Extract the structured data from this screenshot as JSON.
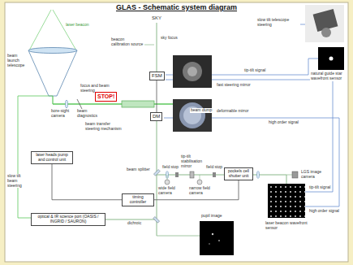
{
  "diagram": {
    "title": "GLAS - Schematic system diagram",
    "nodes": [
      {
        "text": [
          "FSM"
        ]
      },
      {
        "text": [
          "STOP!"
        ]
      },
      {
        "text": [
          "DM"
        ]
      },
      {
        "text": [
          "laser heads pump and control unit"
        ]
      },
      {
        "text": [
          "pockels cell shutter unit"
        ]
      },
      {
        "text": [
          "timing controller"
        ]
      },
      {
        "text": [
          "optical & IR science port (OASIS / INGRID / SAURON)"
        ]
      }
    ],
    "edges": [
      {
        "from": 0,
        "to": 2,
        "arrow": "none"
      },
      {
        "from": 5,
        "to": 4,
        "arrow": "none"
      },
      {
        "from": 3,
        "to": 5,
        "arrow": "none"
      }
    ],
    "labels": [
      "laser beacon",
      "SKY",
      "sky focus",
      "beacon calibration source",
      "beam launch telescope",
      "focus and beam steering",
      "bore-sight camera",
      "beam diagnostics",
      "beam transfer steering mechanism",
      "beam dump",
      "fast steering mirror",
      "tip-tilt signal",
      "slow tilt telescope steering",
      "natural guide star wavefront sensor",
      "deformable mirror",
      "high order signal",
      "beam splitter",
      "field stop",
      "tip-tilt stabilisation mirror",
      "field stop",
      "wide field camera",
      "narrow field camera",
      "LGS image camera",
      "tip-tilt signal",
      "high order signal",
      "laser beacon wavefront sensor",
      "slow tilt beam steering",
      "dichroic",
      "pupil image"
    ]
  }
}
